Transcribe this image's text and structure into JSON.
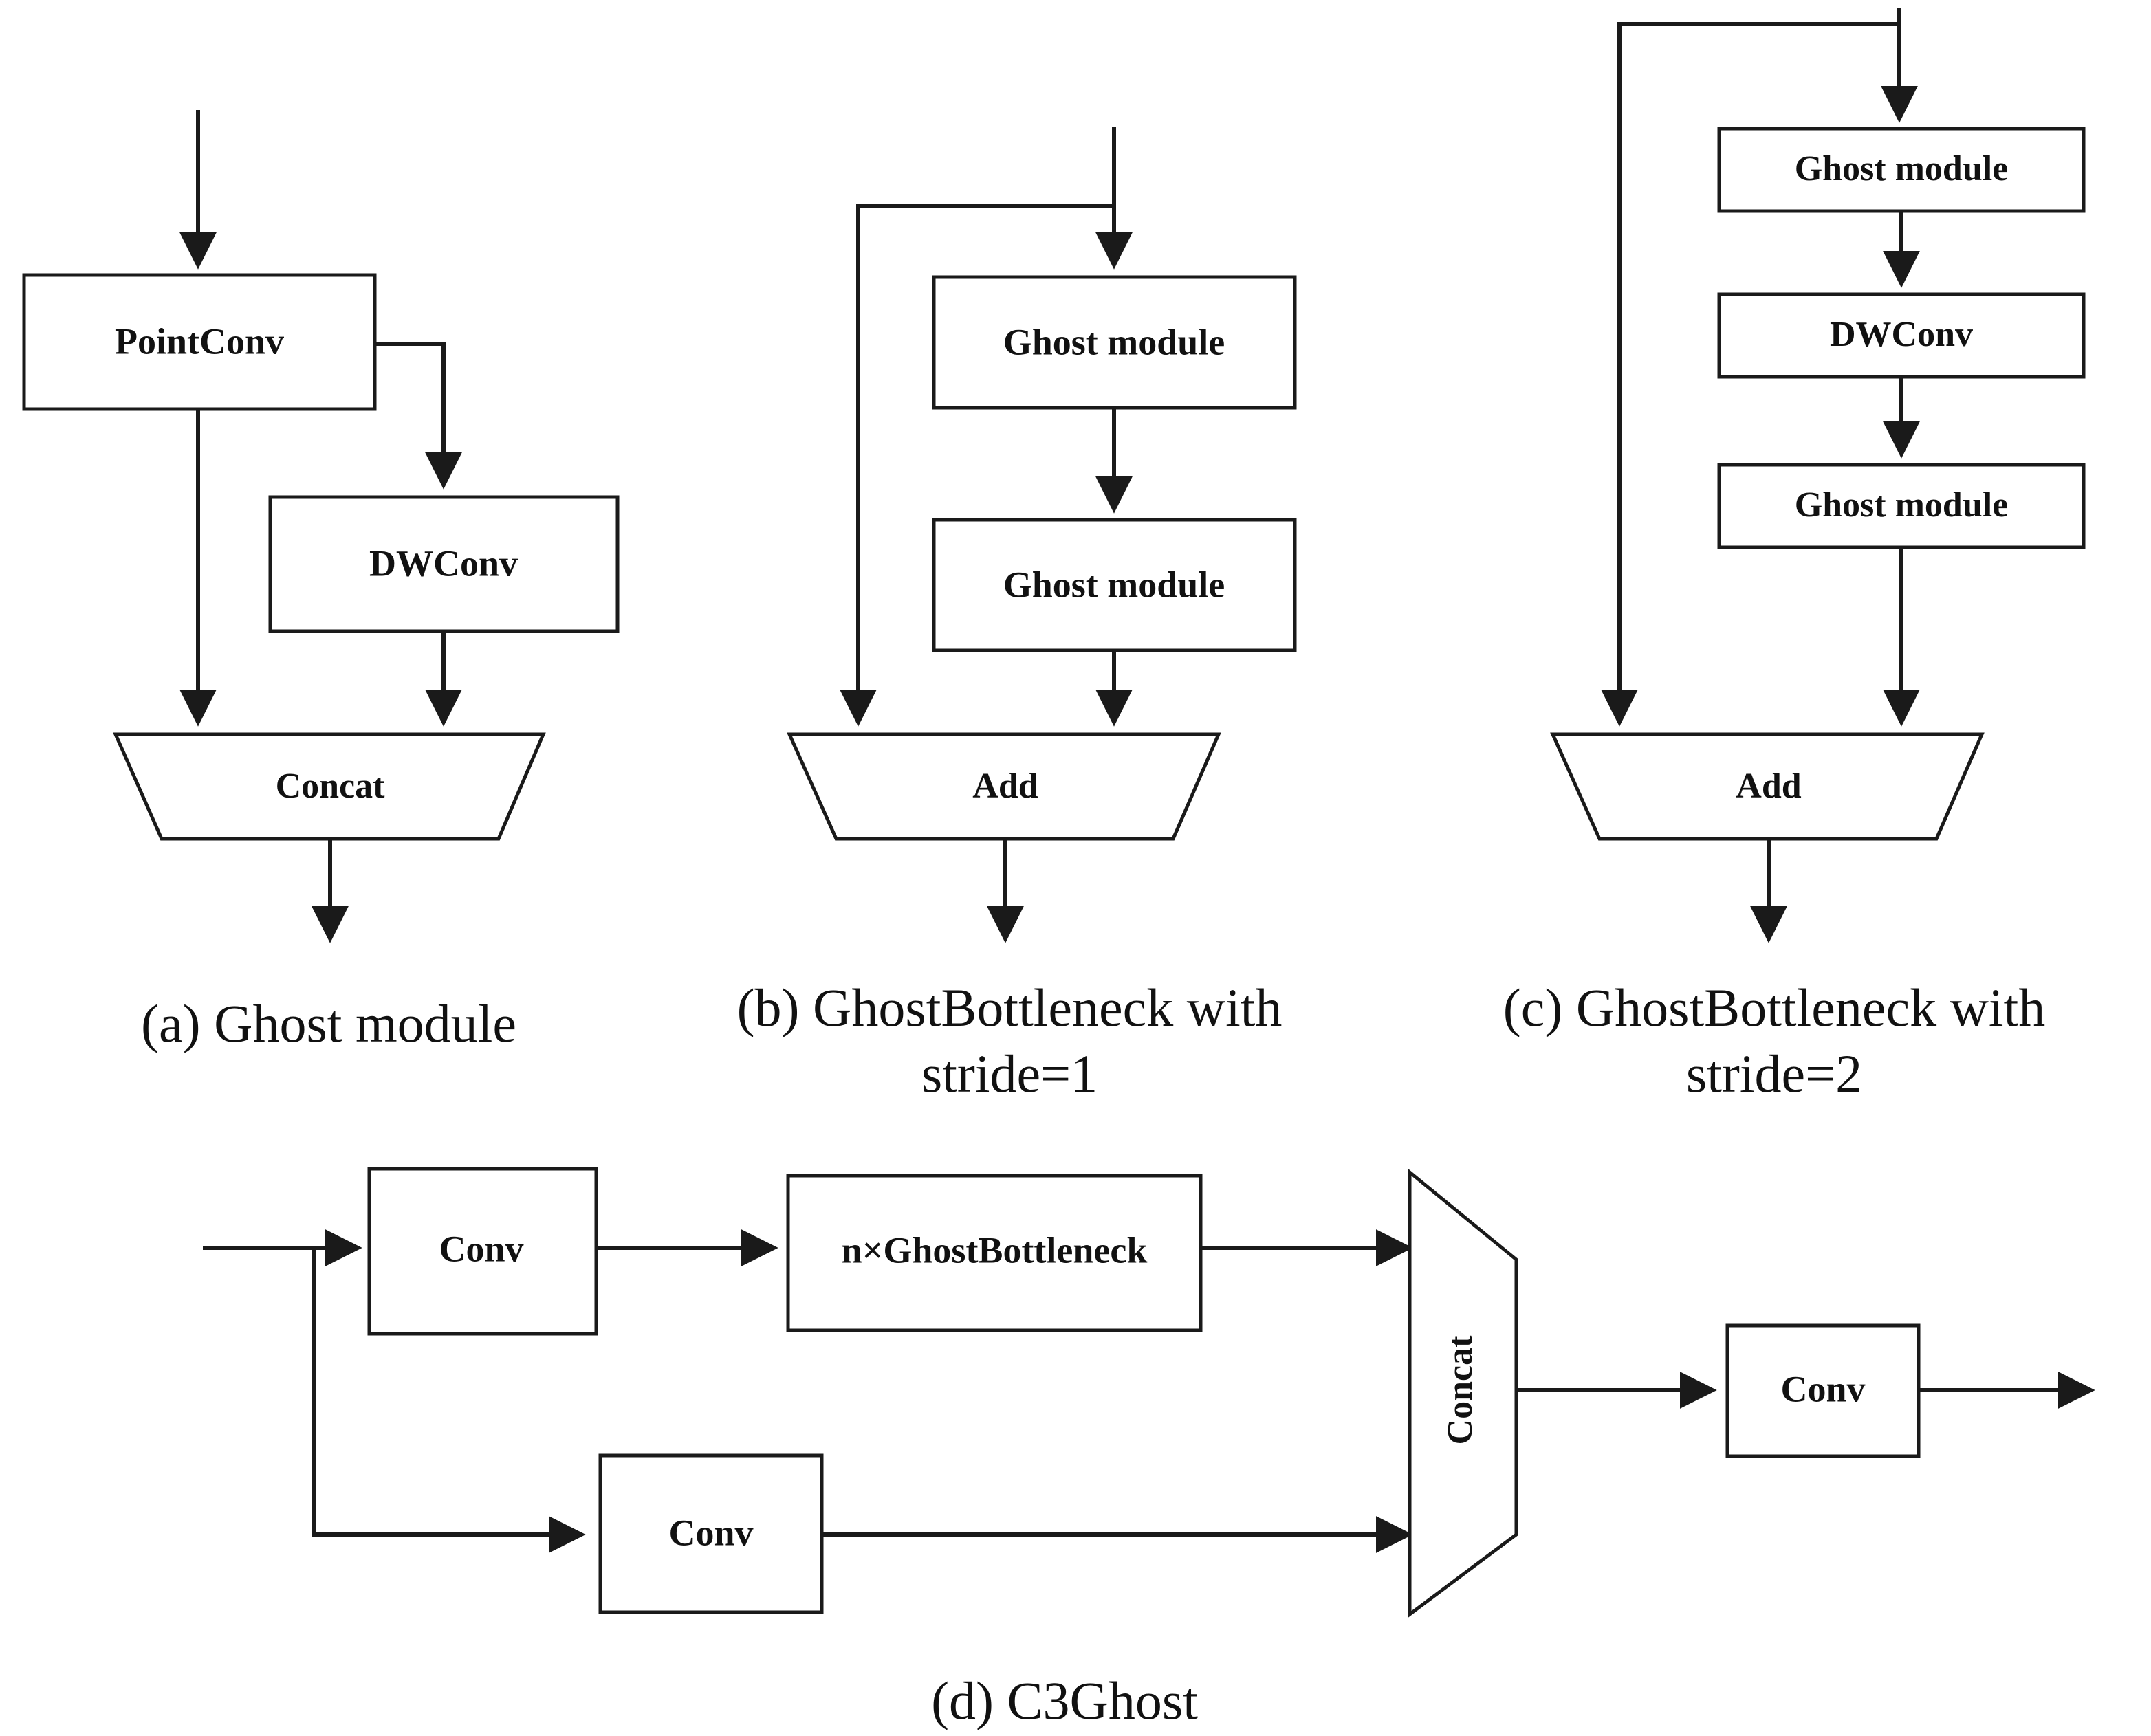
{
  "figure": {
    "panels": [
      {
        "id": "a",
        "caption": "(a) Ghost module",
        "caption_lines": [
          "(a) Ghost module"
        ],
        "nodes": [
          {
            "name": "pointconv",
            "label": "PointConv",
            "shape": "rect"
          },
          {
            "name": "dwconv",
            "label": "DWConv",
            "shape": "rect"
          },
          {
            "name": "concat",
            "label": "Concat",
            "shape": "trapezoid"
          }
        ]
      },
      {
        "id": "b",
        "caption": "(b) GhostBottleneck with stride=1",
        "caption_lines": [
          "(b) GhostBottleneck with",
          "stride=1"
        ],
        "nodes": [
          {
            "name": "ghost-module-1",
            "label": "Ghost module",
            "shape": "rect"
          },
          {
            "name": "ghost-module-2",
            "label": "Ghost module",
            "shape": "rect"
          },
          {
            "name": "add",
            "label": "Add",
            "shape": "trapezoid"
          }
        ]
      },
      {
        "id": "c",
        "caption": "(c) GhostBottleneck with stride=2",
        "caption_lines": [
          "(c) GhostBottleneck with",
          "stride=2"
        ],
        "nodes": [
          {
            "name": "ghost-module-1",
            "label": "Ghost module",
            "shape": "rect"
          },
          {
            "name": "dwconv",
            "label": "DWConv",
            "shape": "rect"
          },
          {
            "name": "ghost-module-2",
            "label": "Ghost module",
            "shape": "rect"
          },
          {
            "name": "add",
            "label": "Add",
            "shape": "trapezoid"
          }
        ]
      },
      {
        "id": "d",
        "caption": "(d) C3Ghost",
        "caption_lines": [
          "(d) C3Ghost"
        ],
        "nodes": [
          {
            "name": "conv-top",
            "label": "Conv",
            "shape": "rect"
          },
          {
            "name": "ghost-bottleneck-stack",
            "label": "n×GhostBottleneck",
            "shape": "rect"
          },
          {
            "name": "conv-bottom",
            "label": "Conv",
            "shape": "rect"
          },
          {
            "name": "concat",
            "label": "Concat",
            "shape": "trapezoid-right"
          },
          {
            "name": "conv-out",
            "label": "Conv",
            "shape": "rect"
          }
        ]
      }
    ]
  },
  "labels": {
    "pointconv": "PointConv",
    "dwconv": "DWConv",
    "concat": "Concat",
    "ghost_module": "Ghost module",
    "add": "Add",
    "conv": "Conv",
    "n_ghostbottleneck": "n×GhostBottleneck"
  },
  "captions": {
    "a": "(a) Ghost module",
    "b_line1": "(b) GhostBottleneck with",
    "b_line2": "stride=1",
    "c_line1": "(c) GhostBottleneck with",
    "c_line2": "stride=2",
    "d": "(d) C3Ghost"
  },
  "colors": {
    "stroke": "#1a1a1a",
    "fill": "#ffffff",
    "text": "#111111",
    "background": "#ffffff"
  }
}
